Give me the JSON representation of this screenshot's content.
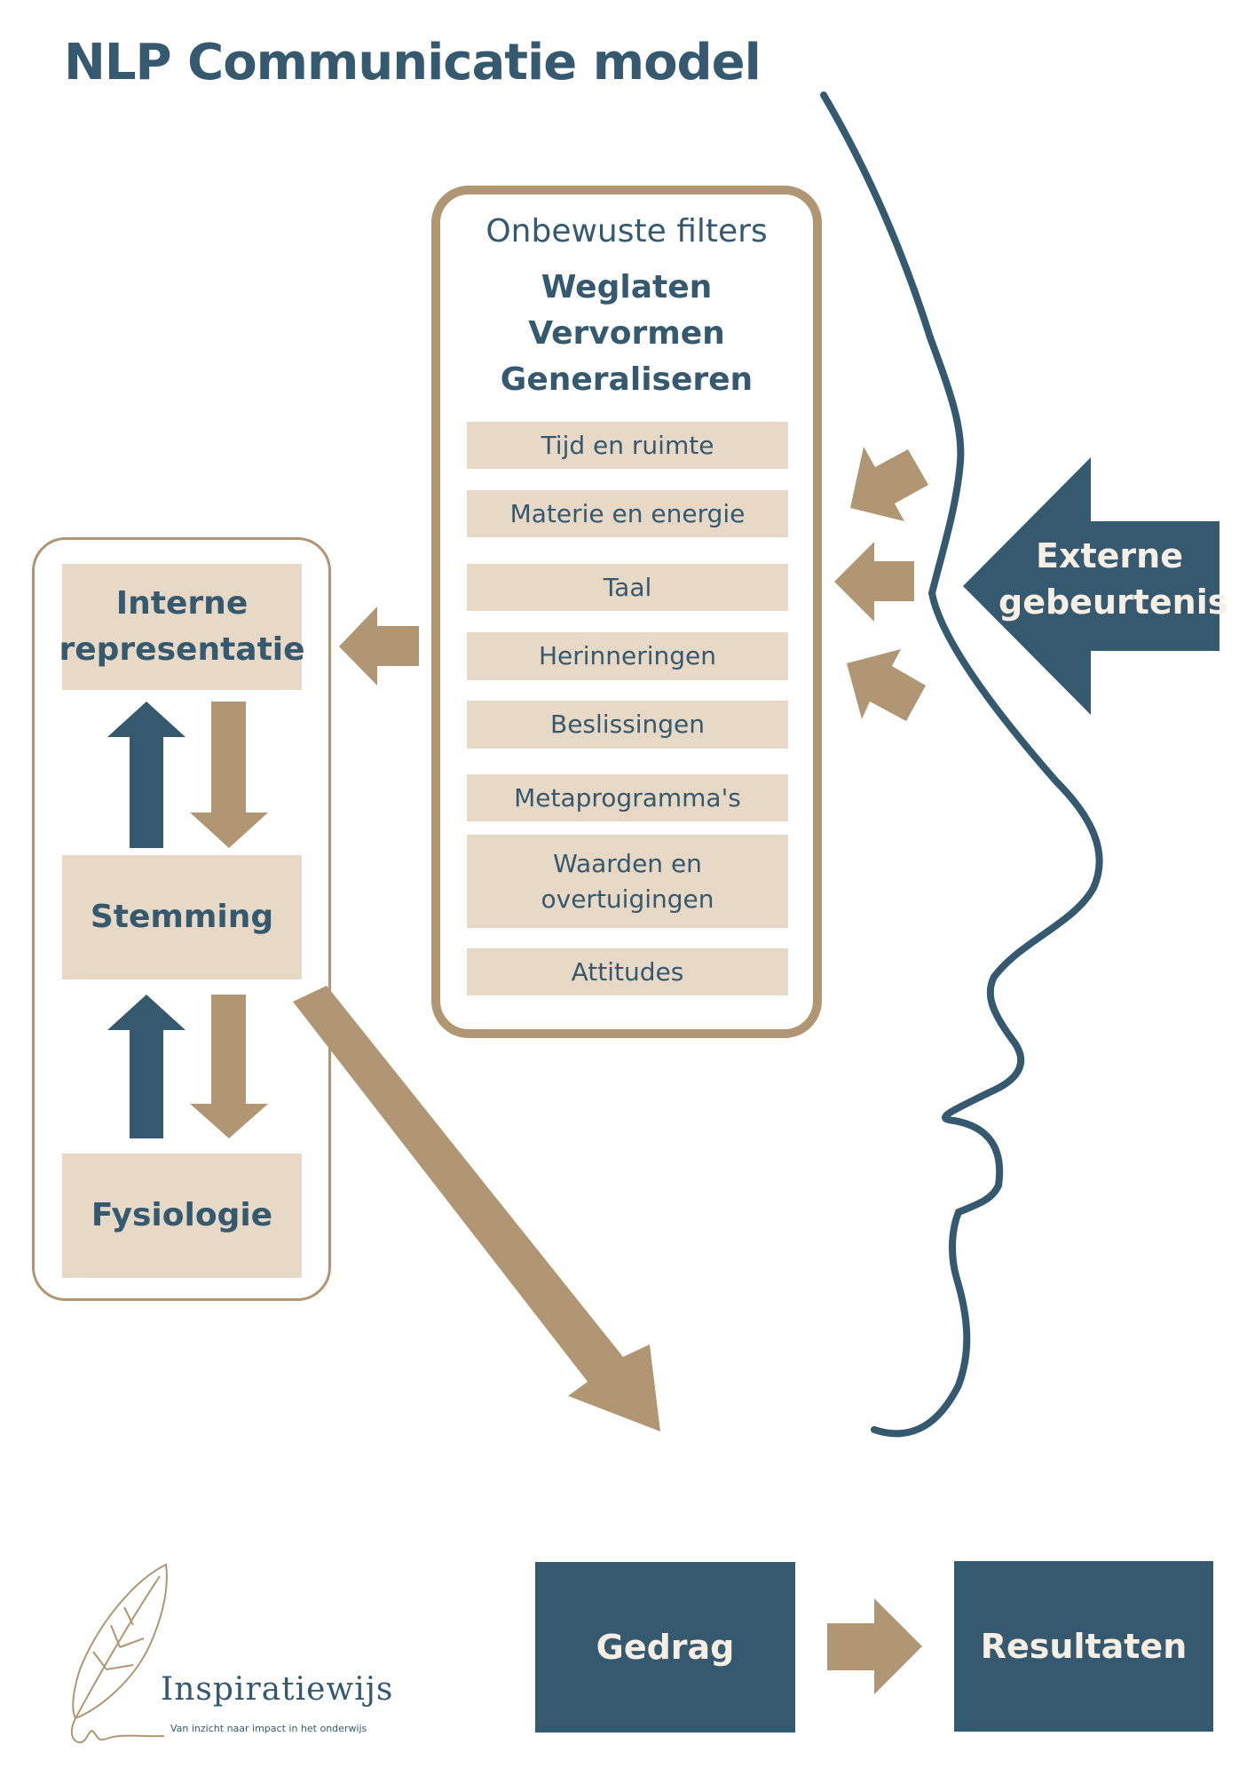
{
  "title": "NLP Communicatie model",
  "colors": {
    "navy": "#35596f",
    "tan": "#b09672",
    "beige": "#e8d9c6",
    "cream_text": "#f7eee4"
  },
  "filters": {
    "heading": "Onbewuste filters",
    "types": [
      "Weglaten",
      "Vervormen",
      "Generaliseren"
    ],
    "items": [
      "Tijd en ruimte",
      "Materie en energie",
      "Taal",
      "Herinneringen",
      "Beslissingen",
      "Metaprogramma's",
      "Waarden en overtuigingen",
      "Attitudes"
    ]
  },
  "states": {
    "interne_representatie": "Interne representatie",
    "stemming": "Stemming",
    "fysiologie": "Fysiologie"
  },
  "external_event": "Externe gebeurtenis",
  "outcomes": {
    "gedrag": "Gedrag",
    "resultaten": "Resultaten"
  },
  "logo": {
    "name": "Inspiratiewijs",
    "tagline": "Van inzicht naar impact in het onderwijs"
  }
}
